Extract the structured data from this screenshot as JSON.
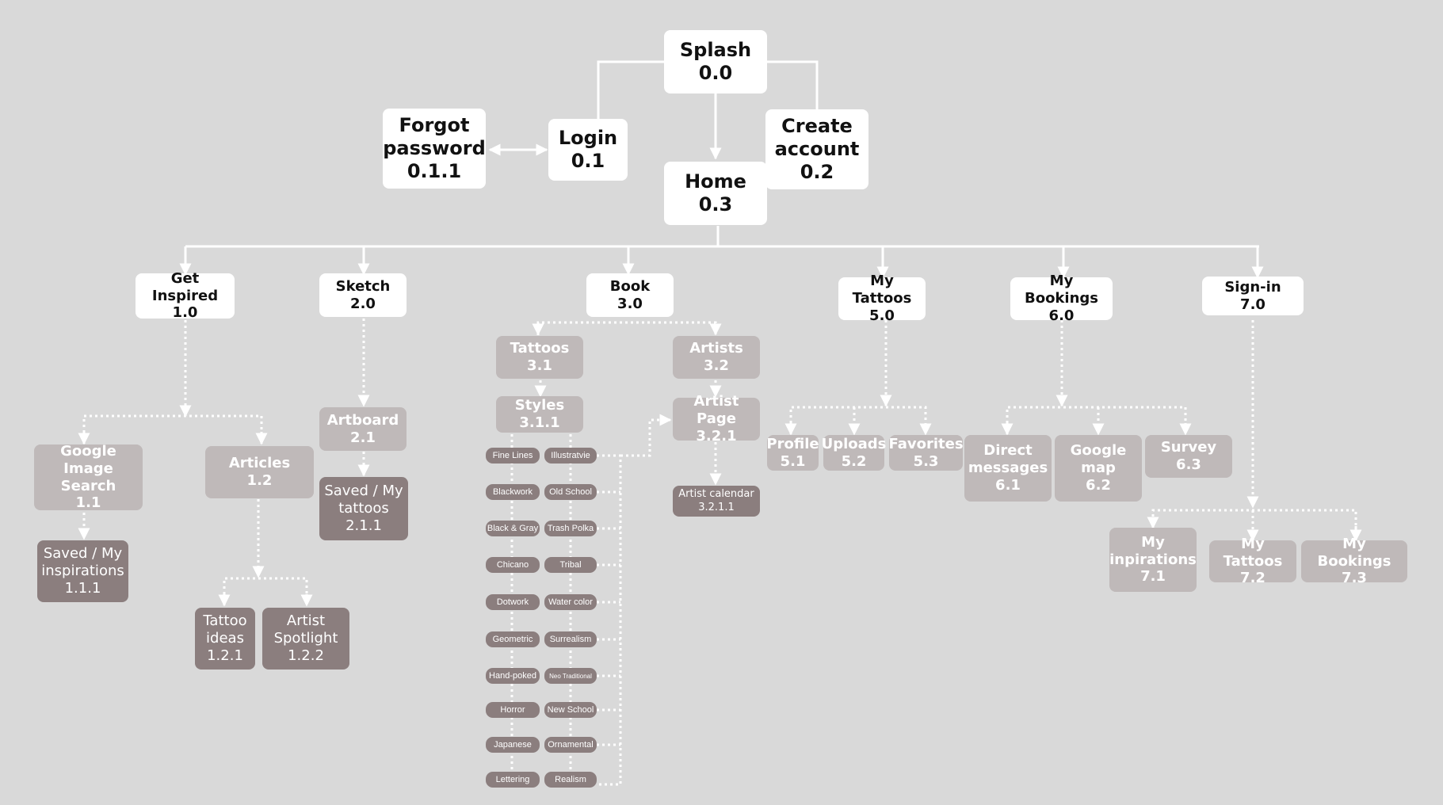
{
  "colors": {
    "background": "#d9d9d9",
    "primary_node": "#ffffff",
    "secondary_node": "#bfb9b9",
    "tertiary_node": "#8b7e7e",
    "connector": "#ffffff"
  },
  "nodes": {
    "splash": {
      "title": "Splash",
      "num": "0.0"
    },
    "login": {
      "title": "Login",
      "num": "0.1"
    },
    "forgot_password": {
      "title": "Forgot password",
      "num": "0.1.1"
    },
    "create_account": {
      "title": "Create account",
      "num": "0.2"
    },
    "home": {
      "title": "Home",
      "num": "0.3"
    },
    "get_inspired": {
      "title": "Get Inspired",
      "num": "1.0"
    },
    "sketch": {
      "title": "Sketch",
      "num": "2.0"
    },
    "book": {
      "title": "Book",
      "num": "3.0"
    },
    "my_tattoos": {
      "title": "My Tattoos",
      "num": "5.0"
    },
    "my_bookings": {
      "title": "My Bookings",
      "num": "6.0"
    },
    "sign_in": {
      "title": "Sign-in",
      "num": "7.0"
    },
    "google_image": {
      "title": "Google Image Search",
      "num": "1.1"
    },
    "saved_inspirations": {
      "title": "Saved / My inspirations",
      "num": "1.1.1"
    },
    "articles": {
      "title": "Articles",
      "num": "1.2"
    },
    "tattoo_ideas": {
      "title": "Tattoo ideas",
      "num": "1.2.1"
    },
    "artist_spotlight": {
      "title": "Artist Spotlight",
      "num": "1.2.2"
    },
    "artboard": {
      "title": "Artboard",
      "num": "2.1"
    },
    "saved_tattoos": {
      "title": "Saved / My tattoos",
      "num": "2.1.1"
    },
    "tattoos": {
      "title": "Tattoos",
      "num": "3.1"
    },
    "styles": {
      "title": "Styles",
      "num": "3.1.1"
    },
    "artists": {
      "title": "Artists",
      "num": "3.2"
    },
    "artist_page": {
      "title": "Artist Page",
      "num": "3.2.1"
    },
    "artist_calendar": {
      "title": "Artist calendar",
      "num": "3.2.1.1"
    },
    "profile": {
      "title": "Profile",
      "num": "5.1"
    },
    "uploads": {
      "title": "Uploads",
      "num": "5.2"
    },
    "favorites": {
      "title": "Favorites",
      "num": "5.3"
    },
    "direct_messages": {
      "title": "Direct messages",
      "num": "6.1"
    },
    "google_map": {
      "title": "Google map",
      "num": "6.2"
    },
    "survey": {
      "title": "Survey",
      "num": "6.3"
    },
    "my_inpirations": {
      "title": "My inpirations",
      "num": "7.1"
    },
    "signin_my_tattoos": {
      "title": "My Tattoos",
      "num": "7.2"
    },
    "signin_my_bookings": {
      "title": "My Bookings",
      "num": "7.3"
    }
  },
  "styles_left": [
    "Fine Lines",
    "Blackwork",
    "Black & Gray",
    "Chicano",
    "Dotwork",
    "Geometric",
    "Hand-poked",
    "Horror",
    "Japanese",
    "Lettering"
  ],
  "styles_right": [
    "Illustratvie",
    "Old School",
    "Trash Polka",
    "Tribal",
    "Water color",
    "Surrealism",
    "Neo Traditional",
    "New School",
    "Ornamental",
    "Realism"
  ]
}
